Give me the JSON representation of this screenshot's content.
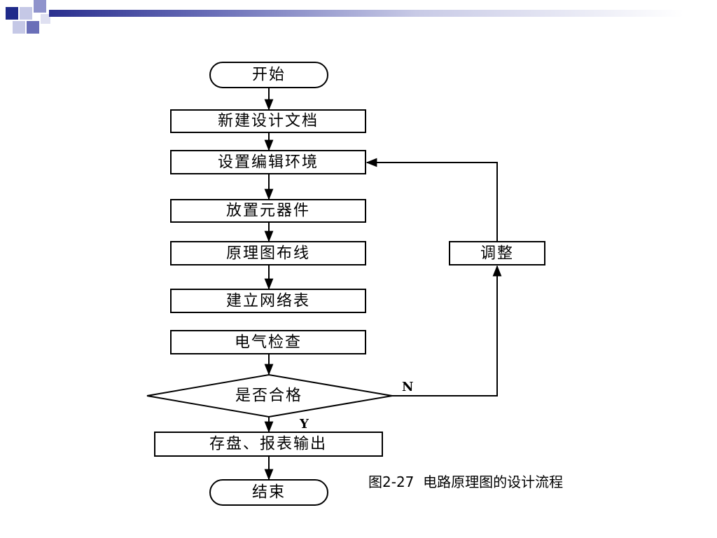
{
  "nodes": {
    "start": "开始",
    "new_doc": "新建设计文档",
    "set_env": "设置编辑环境",
    "place_parts": "放置元器件",
    "wiring": "原理图布线",
    "netlist": "建立网络表",
    "erc": "电气检查",
    "decision": "是否合格",
    "save_report": "存盘、报表输出",
    "end": "结束",
    "adjust": "调整"
  },
  "edges": {
    "no": "N",
    "yes": "Y"
  },
  "caption": "图2-27  电路原理图的设计流程",
  "colors": {
    "accent_dark": "#1f2a8a",
    "accent_mid": "#6a6fb8",
    "accent_light": "#b9bce0"
  }
}
